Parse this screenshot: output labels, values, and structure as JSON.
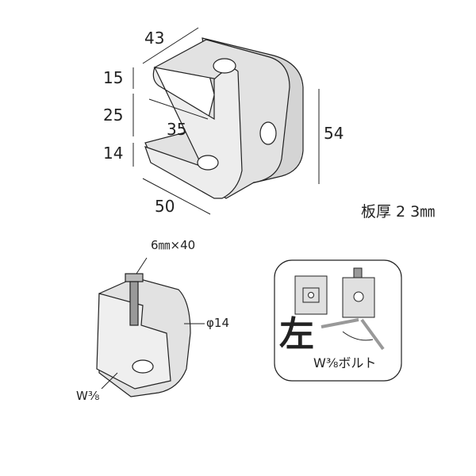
{
  "top_view": {
    "dimensions": {
      "width_top": "43",
      "upper_lip": "15",
      "opening": "25",
      "depth_inner": "35",
      "lower_lip": "14",
      "width_bottom": "50",
      "height": "54"
    },
    "thickness_note": "板厚 2 3㎜"
  },
  "assembly_view": {
    "bolt_label": "6㎜×40",
    "hole_label": "φ14",
    "thread_label": "W⅜"
  },
  "usage_box": {
    "direction_label": "左",
    "bolt_label": "W⅜ボルト"
  }
}
